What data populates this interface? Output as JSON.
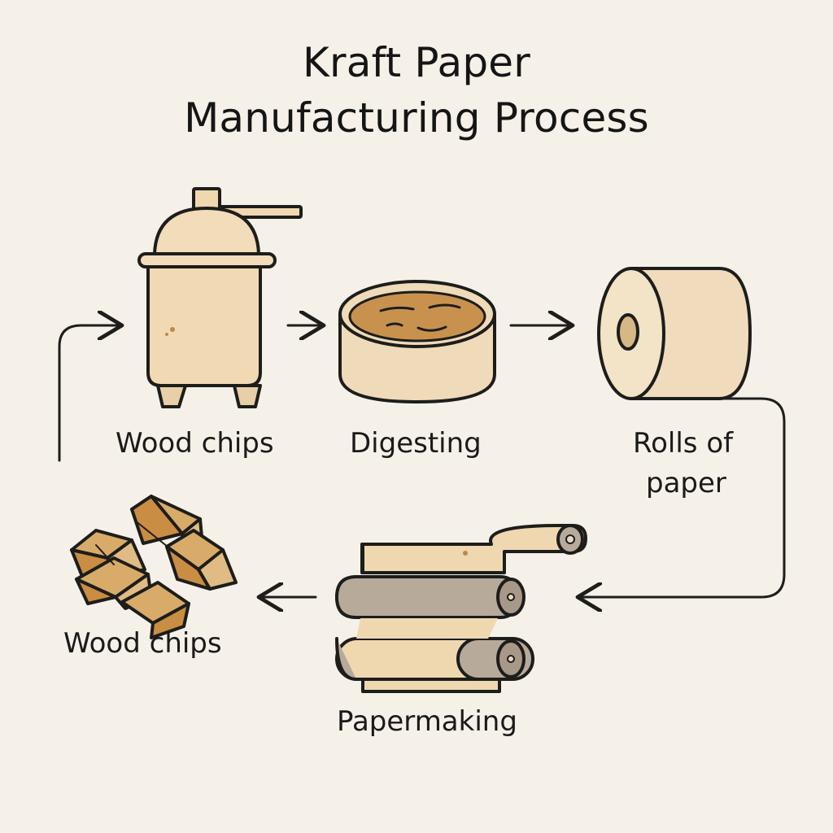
{
  "title": {
    "line1": "Kraft Paper",
    "line2": "Manufacturing Process"
  },
  "stages": {
    "cooker": {
      "label": "Wood chips",
      "icon": "digester-vessel-icon"
    },
    "digesting": {
      "label": "Digesting",
      "icon": "pulp-tank-icon"
    },
    "rolls": {
      "label_line1": "Rolls of",
      "label_line2": "paper",
      "icon": "paper-roll-icon"
    },
    "papermaking": {
      "label": "Papermaking",
      "icon": "paper-machine-icon"
    },
    "woodchips": {
      "label": "Wood chips",
      "icon": "wood-chips-icon"
    }
  },
  "colors": {
    "background": "#f6f1e8",
    "stroke": "#1d1d1b",
    "cream": "#f0dcbc",
    "pulp": "#c8924e",
    "wood": "#d4a564",
    "roller": "#b7aa9a"
  }
}
